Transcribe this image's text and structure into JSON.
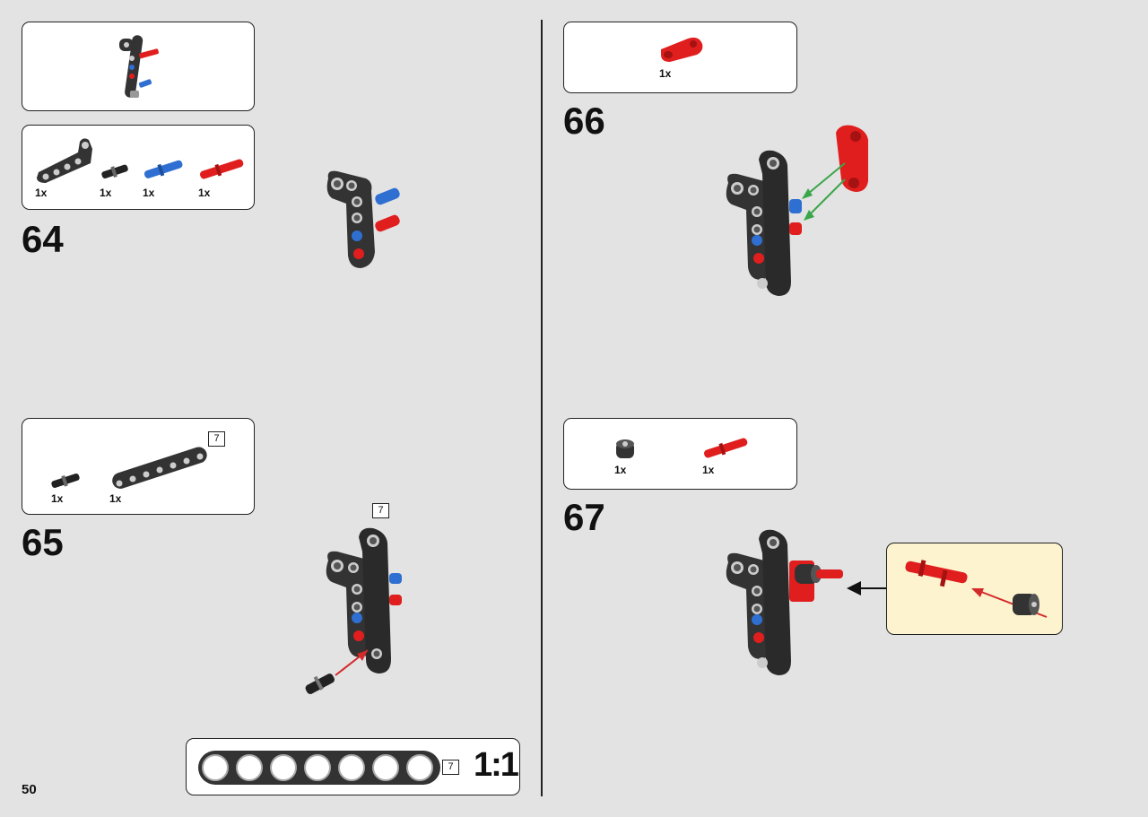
{
  "page_number": "50",
  "colors": {
    "background": "#e3e3e3",
    "beam": "#333333",
    "red": "#e01e1e",
    "blue": "#2f6fd1",
    "callout": "#fdf3cf",
    "arrow_red": "#d42a2a",
    "arrow_green": "#3aa64a"
  },
  "steps": [
    {
      "number": "64",
      "parts": [
        {
          "name": "l-beam-black",
          "qty": "1x"
        },
        {
          "name": "pin-black",
          "qty": "1x"
        },
        {
          "name": "axle-pin-blue",
          "qty": "1x"
        },
        {
          "name": "axle-pin-red",
          "qty": "1x"
        }
      ]
    },
    {
      "number": "65",
      "parts": [
        {
          "name": "pin-black",
          "qty": "1x"
        },
        {
          "name": "beam-7-black",
          "qty": "1x",
          "length": "7"
        }
      ],
      "model_length_badge": "7"
    },
    {
      "number": "66",
      "parts": [
        {
          "name": "connector-red",
          "qty": "1x"
        }
      ]
    },
    {
      "number": "67",
      "parts": [
        {
          "name": "bush-black",
          "qty": "1x"
        },
        {
          "name": "axle-pin-red",
          "qty": "1x"
        }
      ]
    }
  ],
  "scale_ruler": {
    "length_badge": "7",
    "scale_label": "1:1",
    "holes": 7
  }
}
